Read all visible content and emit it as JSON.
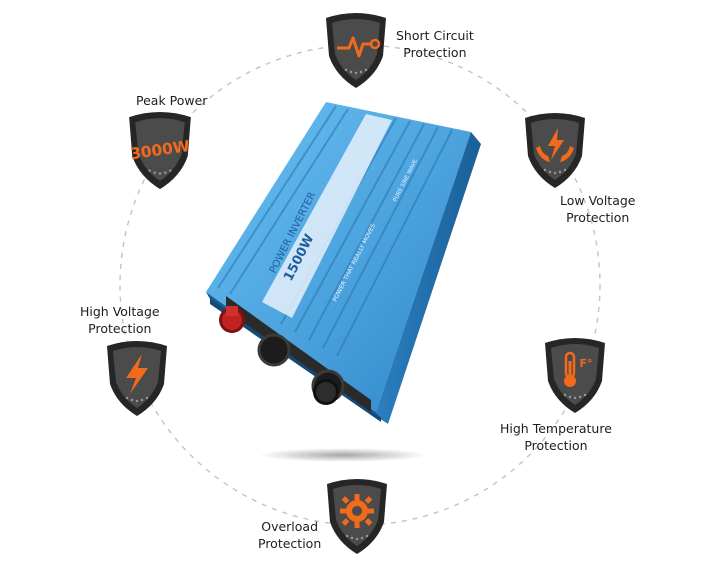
{
  "features": [
    {
      "id": "short-circuit",
      "lines": [
        "Short Circuit",
        "Protection"
      ],
      "icon": "heartbeat-wrench-icon"
    },
    {
      "id": "peak-power",
      "lines": [
        "Peak Power"
      ],
      "icon": "peak-power-3000w-icon",
      "badge_text": "3000W"
    },
    {
      "id": "low-voltage",
      "lines": [
        "Low Voltage",
        "Protection"
      ],
      "icon": "hands-lightning-icon"
    },
    {
      "id": "high-voltage",
      "lines": [
        "High Voltage",
        "Protection"
      ],
      "icon": "lightning-bolt-icon"
    },
    {
      "id": "high-temperature",
      "lines": [
        "High Temperature",
        "Protection"
      ],
      "icon": "thermometer-fahrenheit-icon",
      "icon_text": "F°"
    },
    {
      "id": "overload",
      "lines": [
        "Overload",
        "Protection"
      ],
      "icon": "gear-icon"
    }
  ],
  "device": {
    "title": "POWER INVERTER",
    "wattage": "1500W",
    "slogan": "POWER THAT REALLY MOVES",
    "wave": "PURE SINE WAVE"
  },
  "colors": {
    "accent": "#f26a1b",
    "shield_dark": "#2a2a2a",
    "shield_mid": "#4a4a4a",
    "device_blue": "#3a9bd9",
    "ring": "#bdbdbd"
  }
}
